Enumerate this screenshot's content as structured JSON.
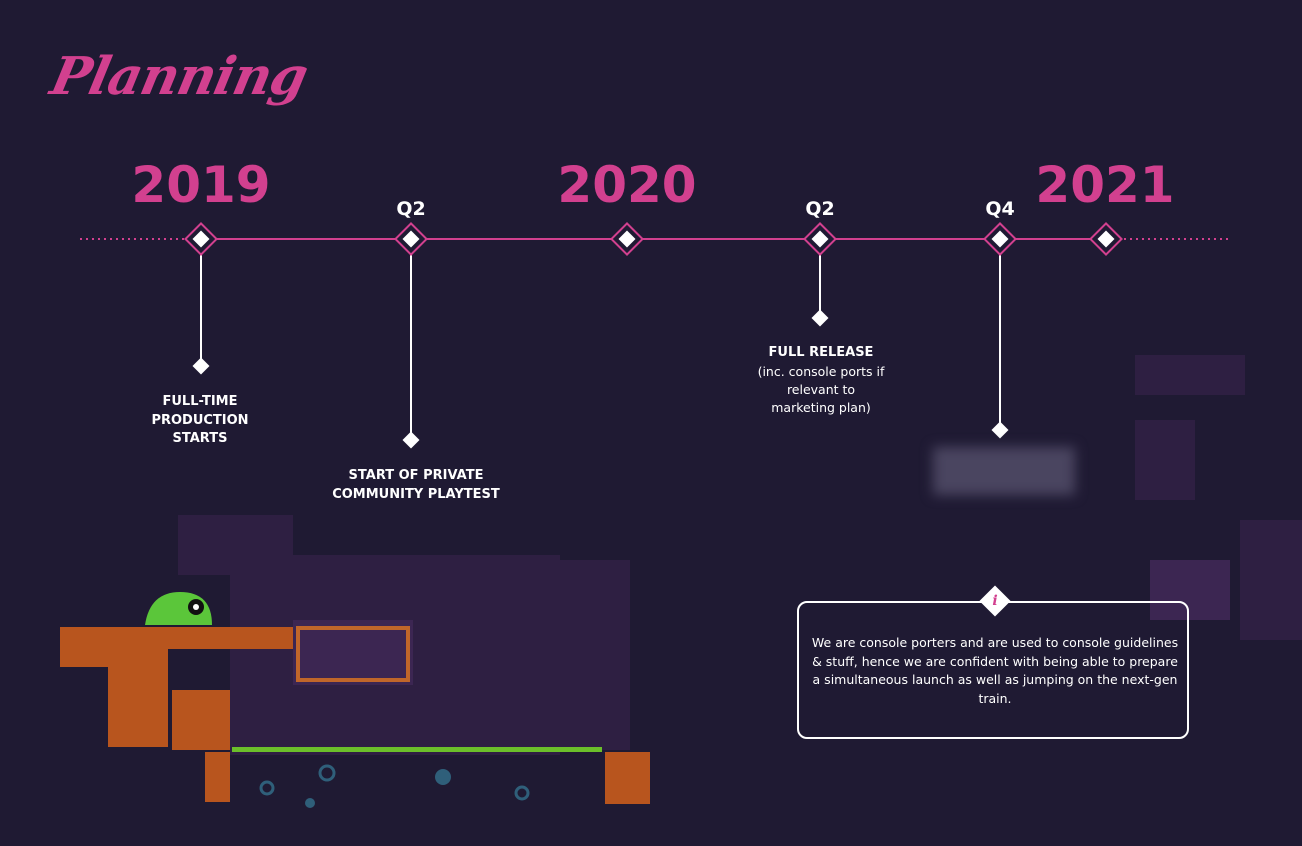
{
  "title": "Planning",
  "years": [
    "2019",
    "2020",
    "2021"
  ],
  "quarters": [
    "Q2",
    "Q2",
    "Q4"
  ],
  "milestones": {
    "production": "FULL-TIME PRODUCTION STARTS",
    "playtest": "START OF PRIVATE COMMUNITY PLAYTEST",
    "release": "FULL RELEASE",
    "release_note": "(inc. console ports if relevant to marketing plan)"
  },
  "info": {
    "icon": "i",
    "text": "We are console porters and are used to console guidelines & stuff, hence we are confident with being able to prepare a simultaneous launch as well as jumping on the next-gen train."
  },
  "colors": {
    "accent": "#d2408f",
    "background": "#1f1a33"
  }
}
